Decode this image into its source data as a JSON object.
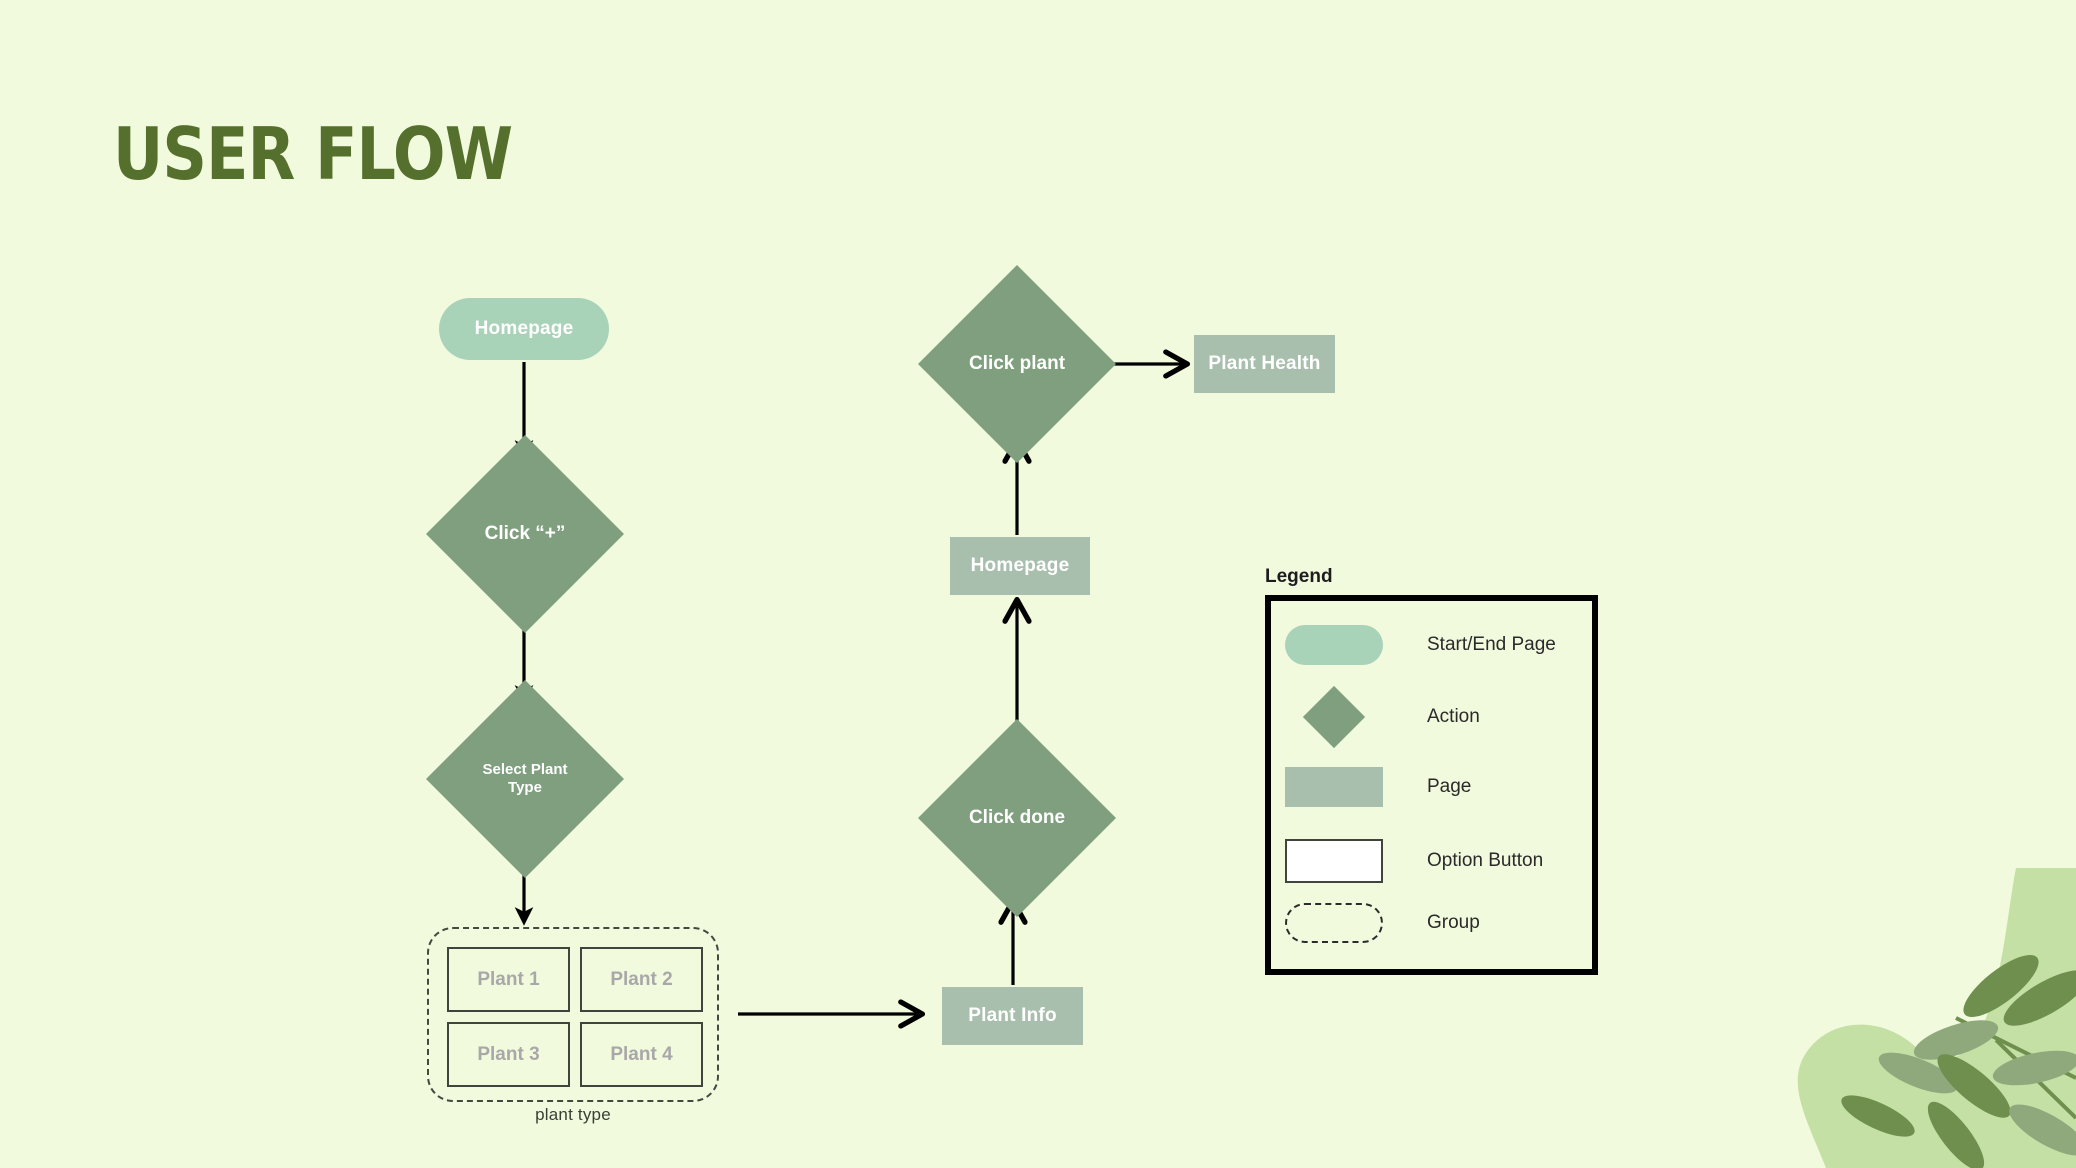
{
  "title": "USER FLOW",
  "colors": {
    "background": "#f2fade",
    "title": "#55702c",
    "start_end_page": "#a9d3b8",
    "action": "#7f9f7f",
    "page": "#a8bfae",
    "option_border": "#3f443c",
    "option_text": "#a8a8a8",
    "arrow": "#000000",
    "group_border": "#44483f"
  },
  "flow": {
    "nodes": [
      {
        "id": "homepage-start",
        "label": "Homepage",
        "type": "start-end-page"
      },
      {
        "id": "click-plus",
        "label": "Click “+”",
        "type": "action"
      },
      {
        "id": "select-plant-type",
        "label": "Select Plant\nType",
        "type": "action"
      },
      {
        "id": "click-plant",
        "label": "Click plant",
        "type": "action"
      },
      {
        "id": "plant-health",
        "label": "Plant Health",
        "type": "page"
      },
      {
        "id": "homepage-return",
        "label": "Homepage",
        "type": "page"
      },
      {
        "id": "click-done",
        "label": "Click done",
        "type": "action"
      },
      {
        "id": "plant-info",
        "label": "Plant Info",
        "type": "page"
      }
    ],
    "group": {
      "caption": "plant  type",
      "options": [
        "Plant 1",
        "Plant 2",
        "Plant 3",
        "Plant 4"
      ]
    },
    "edges": [
      {
        "from": "homepage-start",
        "to": "click-plus",
        "direction": "down"
      },
      {
        "from": "click-plus",
        "to": "select-plant-type",
        "direction": "down"
      },
      {
        "from": "select-plant-type",
        "to": "plant-group",
        "direction": "down"
      },
      {
        "from": "plant-group",
        "to": "plant-info",
        "direction": "right"
      },
      {
        "from": "plant-info",
        "to": "click-done",
        "direction": "up"
      },
      {
        "from": "click-done",
        "to": "homepage-return",
        "direction": "up"
      },
      {
        "from": "homepage-return",
        "to": "click-plant",
        "direction": "up"
      },
      {
        "from": "click-plant",
        "to": "plant-health",
        "direction": "right"
      }
    ]
  },
  "legend": {
    "title": "Legend",
    "items": [
      {
        "shape": "pill",
        "label": "Start/End Page"
      },
      {
        "shape": "diamond",
        "label": "Action"
      },
      {
        "shape": "page",
        "label": "Page"
      },
      {
        "shape": "option",
        "label": "Option Button"
      },
      {
        "shape": "group",
        "label": "Group"
      }
    ]
  }
}
